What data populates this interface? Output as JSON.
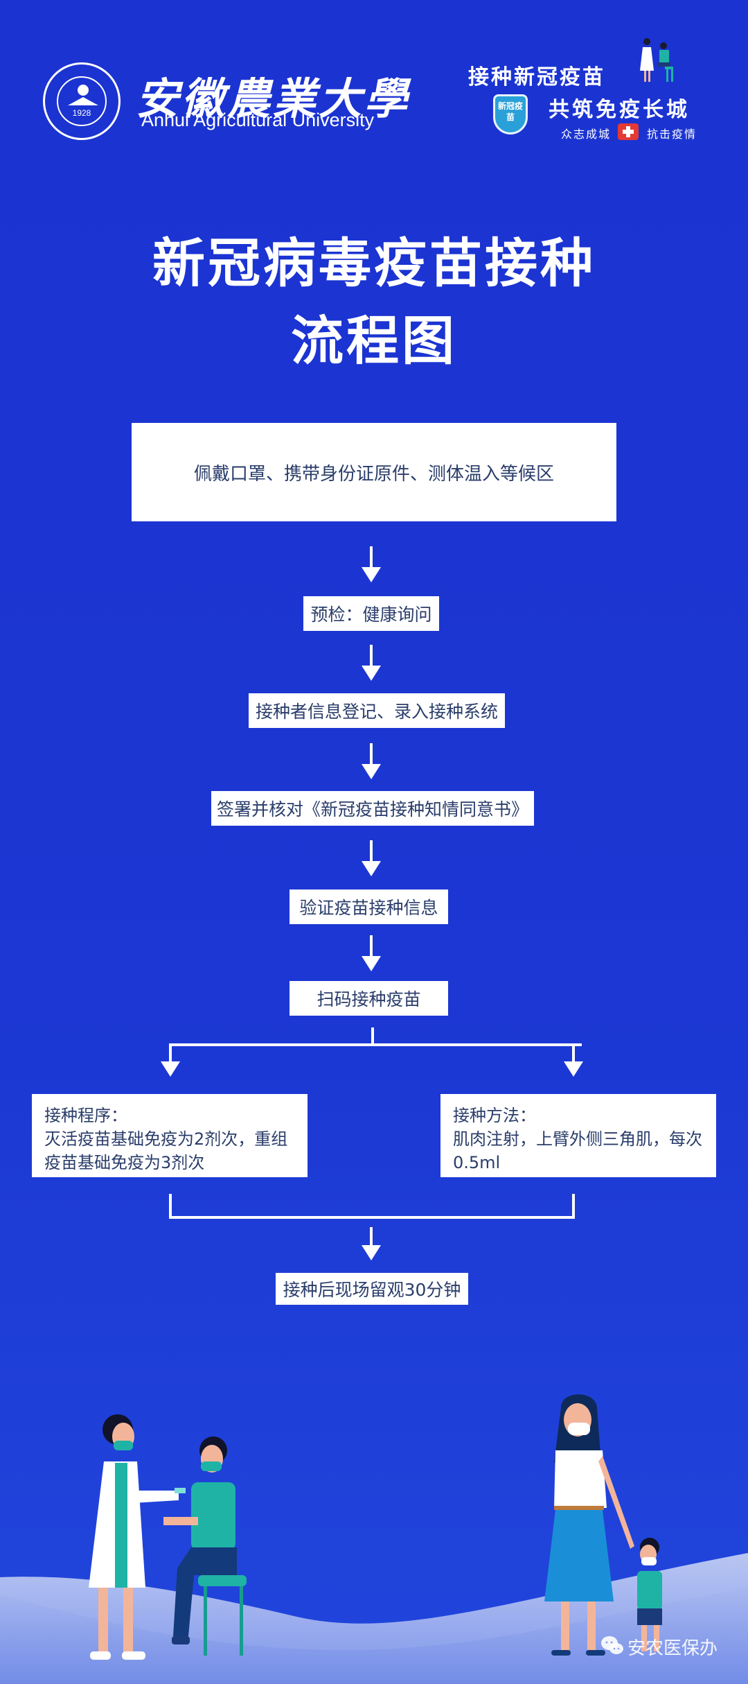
{
  "header": {
    "seal_year": "1928",
    "university_cn": "安徽農業大學",
    "university_en": "Anhui Agricultural University",
    "slogan_line1": "接种新冠疫苗",
    "slogan_line2": "共筑免疫长城",
    "slogan_left": "众志成城",
    "slogan_right": "抗击疫情",
    "shield_text": "新冠疫苗"
  },
  "title": {
    "line1": "新冠病毒疫苗接种",
    "line2": "流程图"
  },
  "flow": {
    "steps": [
      "佩戴口罩、携带身份证原件、测体温入等候区",
      "预检：健康询问",
      "接种者信息登记、录入接种系统",
      "签署并核对《新冠疫苗接种知情同意书》",
      "验证疫苗接种信息",
      "扫码接种疫苗"
    ],
    "branch_left": {
      "heading": "接种程序：",
      "body": "灭活疫苗基础免疫为2剂次，重组疫苗基础免疫为3剂次"
    },
    "branch_right": {
      "heading": "接种方法：",
      "body": "肌肉注射，上臂外侧三角肌，每次0.5ml"
    },
    "final_step": "接种后现场留观30分钟"
  },
  "footer": {
    "watermark": "安农医保办"
  },
  "colors": {
    "background": "#1b33d1",
    "box_text": "#2a3d6a",
    "box_fill": "#ffffff",
    "ground": "#aebcf0"
  }
}
